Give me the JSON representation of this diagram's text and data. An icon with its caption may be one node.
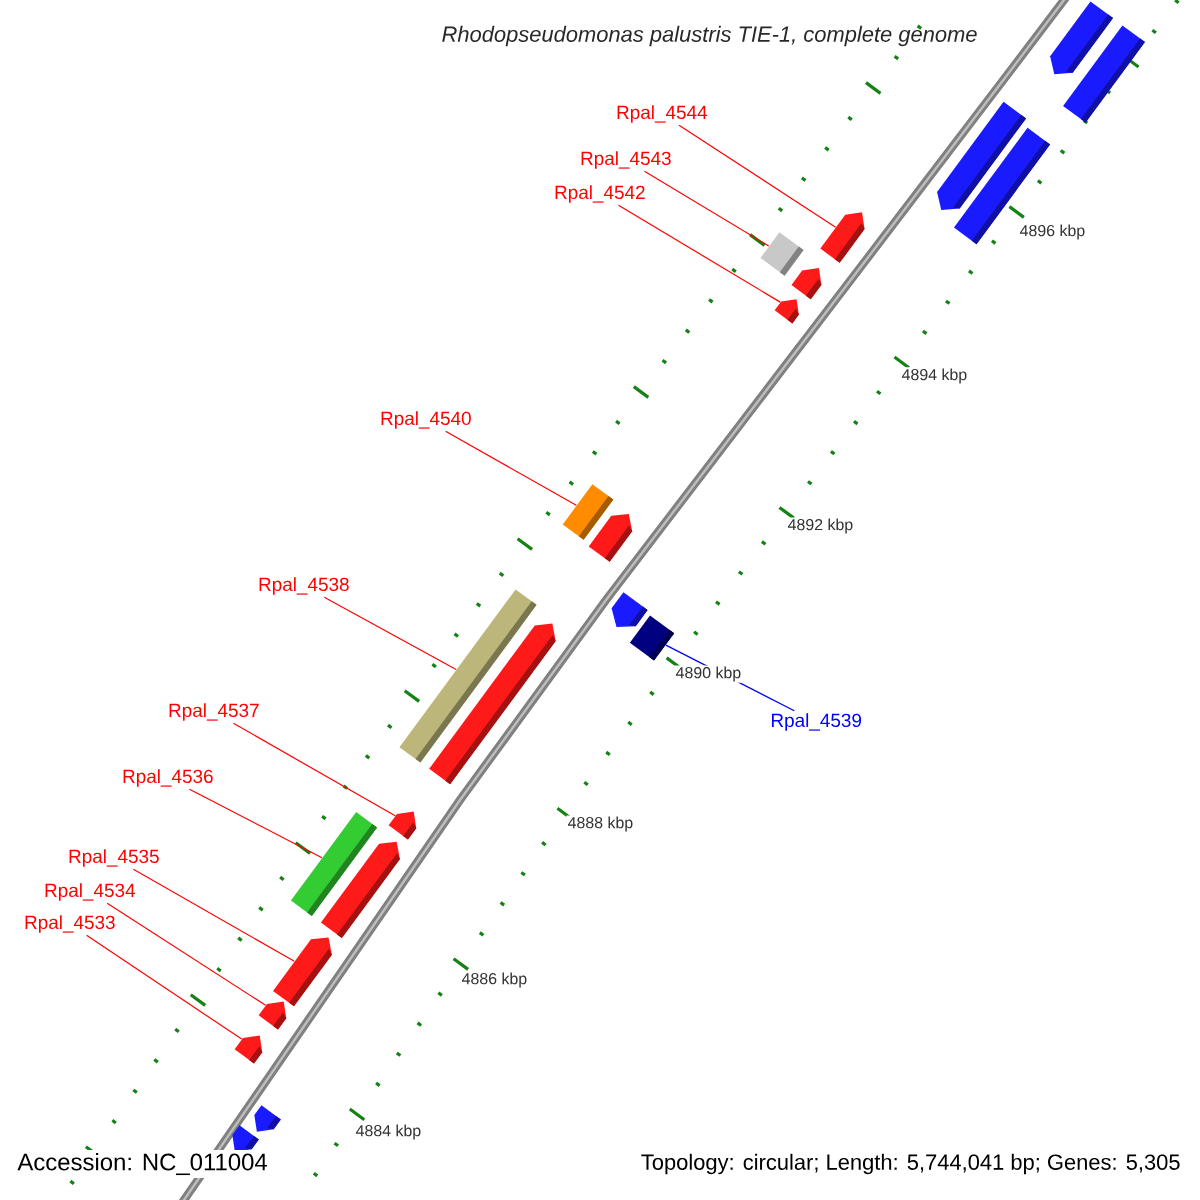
{
  "diagram": {
    "title": "Rhodopseudomonas palustris TIE-1, complete genome",
    "nodes": [
      {
        "text": [
          "Rpal_4544"
        ]
      },
      {
        "text": [
          "Rpal_4543"
        ]
      },
      {
        "text": [
          "Rpal_4542"
        ]
      },
      {
        "text": [
          "Rpal_4540"
        ]
      },
      {
        "text": [
          "Rpal_4538"
        ]
      },
      {
        "text": [
          "Rpal_4537"
        ]
      },
      {
        "text": [
          "Rpal_4539"
        ]
      },
      {
        "text": [
          "Rpal_4536"
        ]
      },
      {
        "text": [
          "Rpal_4535"
        ]
      },
      {
        "text": [
          "Rpal_4534"
        ]
      },
      {
        "text": [
          "Rpal_4533"
        ]
      },
      {
        "text": [],
        "shape": "bar"
      },
      {
        "text": [],
        "shape": "bar"
      },
      {
        "text": [],
        "shape": "bar"
      },
      {
        "text": [],
        "shape": "bar"
      },
      {
        "text": [],
        "shape": "bar"
      },
      {
        "text": [],
        "shape": "bar"
      },
      {
        "text": [],
        "shape": "bar"
      },
      {
        "text": [],
        "shape": "bar"
      },
      {
        "text": [],
        "shape": "bar"
      },
      {
        "text": [],
        "shape": "bar"
      },
      {
        "text": [],
        "shape": "bar"
      },
      {
        "text": [],
        "shape": "bar"
      },
      {
        "text": [],
        "shape": "bar"
      },
      {
        "text": [],
        "shape": "bar"
      },
      {
        "text": [],
        "shape": "bar"
      },
      {
        "text": [],
        "shape": "bar"
      },
      {
        "text": [],
        "shape": "bar"
      },
      {
        "text": [],
        "shape": "bar"
      },
      {
        "text": [],
        "shape": "bar"
      },
      {
        "text": [],
        "shape": "bar"
      },
      {
        "text": [],
        "shape": "bar"
      },
      {
        "text": [],
        "shape": "bar"
      }
    ],
    "edges": [
      {
        "from": 0,
        "to": 11,
        "arrow": "none"
      },
      {
        "from": 1,
        "to": 12,
        "arrow": "none"
      },
      {
        "from": 2,
        "to": 13,
        "arrow": "none"
      },
      {
        "from": 3,
        "to": 14,
        "arrow": "none"
      },
      {
        "from": 4,
        "to": 16,
        "arrow": "none"
      },
      {
        "from": 5,
        "to": 17,
        "arrow": "none"
      },
      {
        "from": 6,
        "to": 15,
        "arrow": "none",
        "color": "#0000ff"
      },
      {
        "from": 7,
        "to": 18,
        "arrow": "none"
      },
      {
        "from": 8,
        "to": 19,
        "arrow": "none"
      },
      {
        "from": 9,
        "to": 20,
        "arrow": "none"
      },
      {
        "from": 10,
        "to": 21,
        "arrow": "none"
      }
    ],
    "labels": [
      "4896 kbp",
      "4894 kbp",
      "4892 kbp",
      "4890 kbp",
      "4888 kbp",
      "4886 kbp",
      "4884 kbp",
      "Accession: NC_011004",
      "Topology: circular; Length: 5,744,041 bp; Genes: 5,305"
    ]
  }
}
